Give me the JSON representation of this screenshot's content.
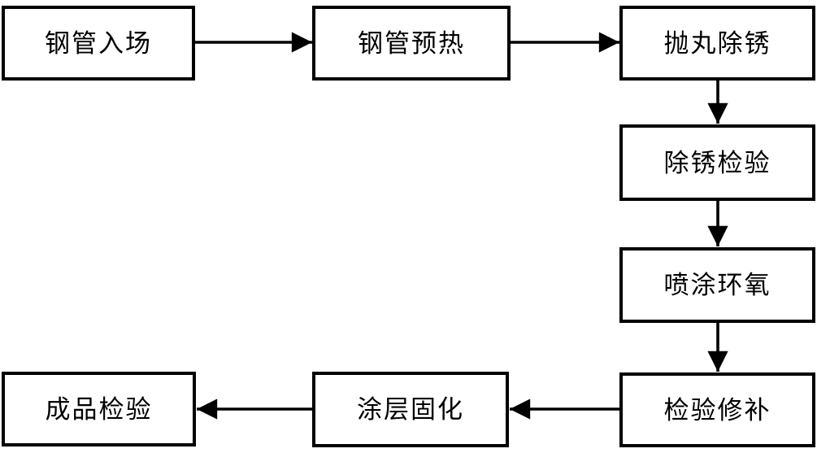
{
  "diagram": {
    "type": "flowchart",
    "title": "",
    "colors": {
      "background": "#ffffff",
      "box_border": "#000000",
      "box_fill": "#ffffff",
      "arrow": "#000000",
      "text": "#000000"
    },
    "nodes": [
      {
        "id": "pipe-entry",
        "label": "钢管入场"
      },
      {
        "id": "pipe-preheat",
        "label": "钢管预热"
      },
      {
        "id": "shot-blast-derust",
        "label": "抛丸除锈"
      },
      {
        "id": "derust-inspect",
        "label": "除锈检验"
      },
      {
        "id": "spray-epoxy",
        "label": "喷涂环氧"
      },
      {
        "id": "inspect-repair",
        "label": "检验修补"
      },
      {
        "id": "coating-cure",
        "label": "涂层固化"
      },
      {
        "id": "final-inspect",
        "label": "成品检验"
      }
    ],
    "edges": [
      {
        "from": "钢管入场",
        "to": "钢管预热",
        "direction": "right"
      },
      {
        "from": "钢管预热",
        "to": "抛丸除锈",
        "direction": "right"
      },
      {
        "from": "抛丸除锈",
        "to": "除锈检验",
        "direction": "down"
      },
      {
        "from": "除锈检验",
        "to": "喷涂环氧",
        "direction": "down"
      },
      {
        "from": "喷涂环氧",
        "to": "检验修补",
        "direction": "down"
      },
      {
        "from": "检验修补",
        "to": "涂层固化",
        "direction": "left"
      },
      {
        "from": "涂层固化",
        "to": "成品检验",
        "direction": "left"
      }
    ]
  }
}
